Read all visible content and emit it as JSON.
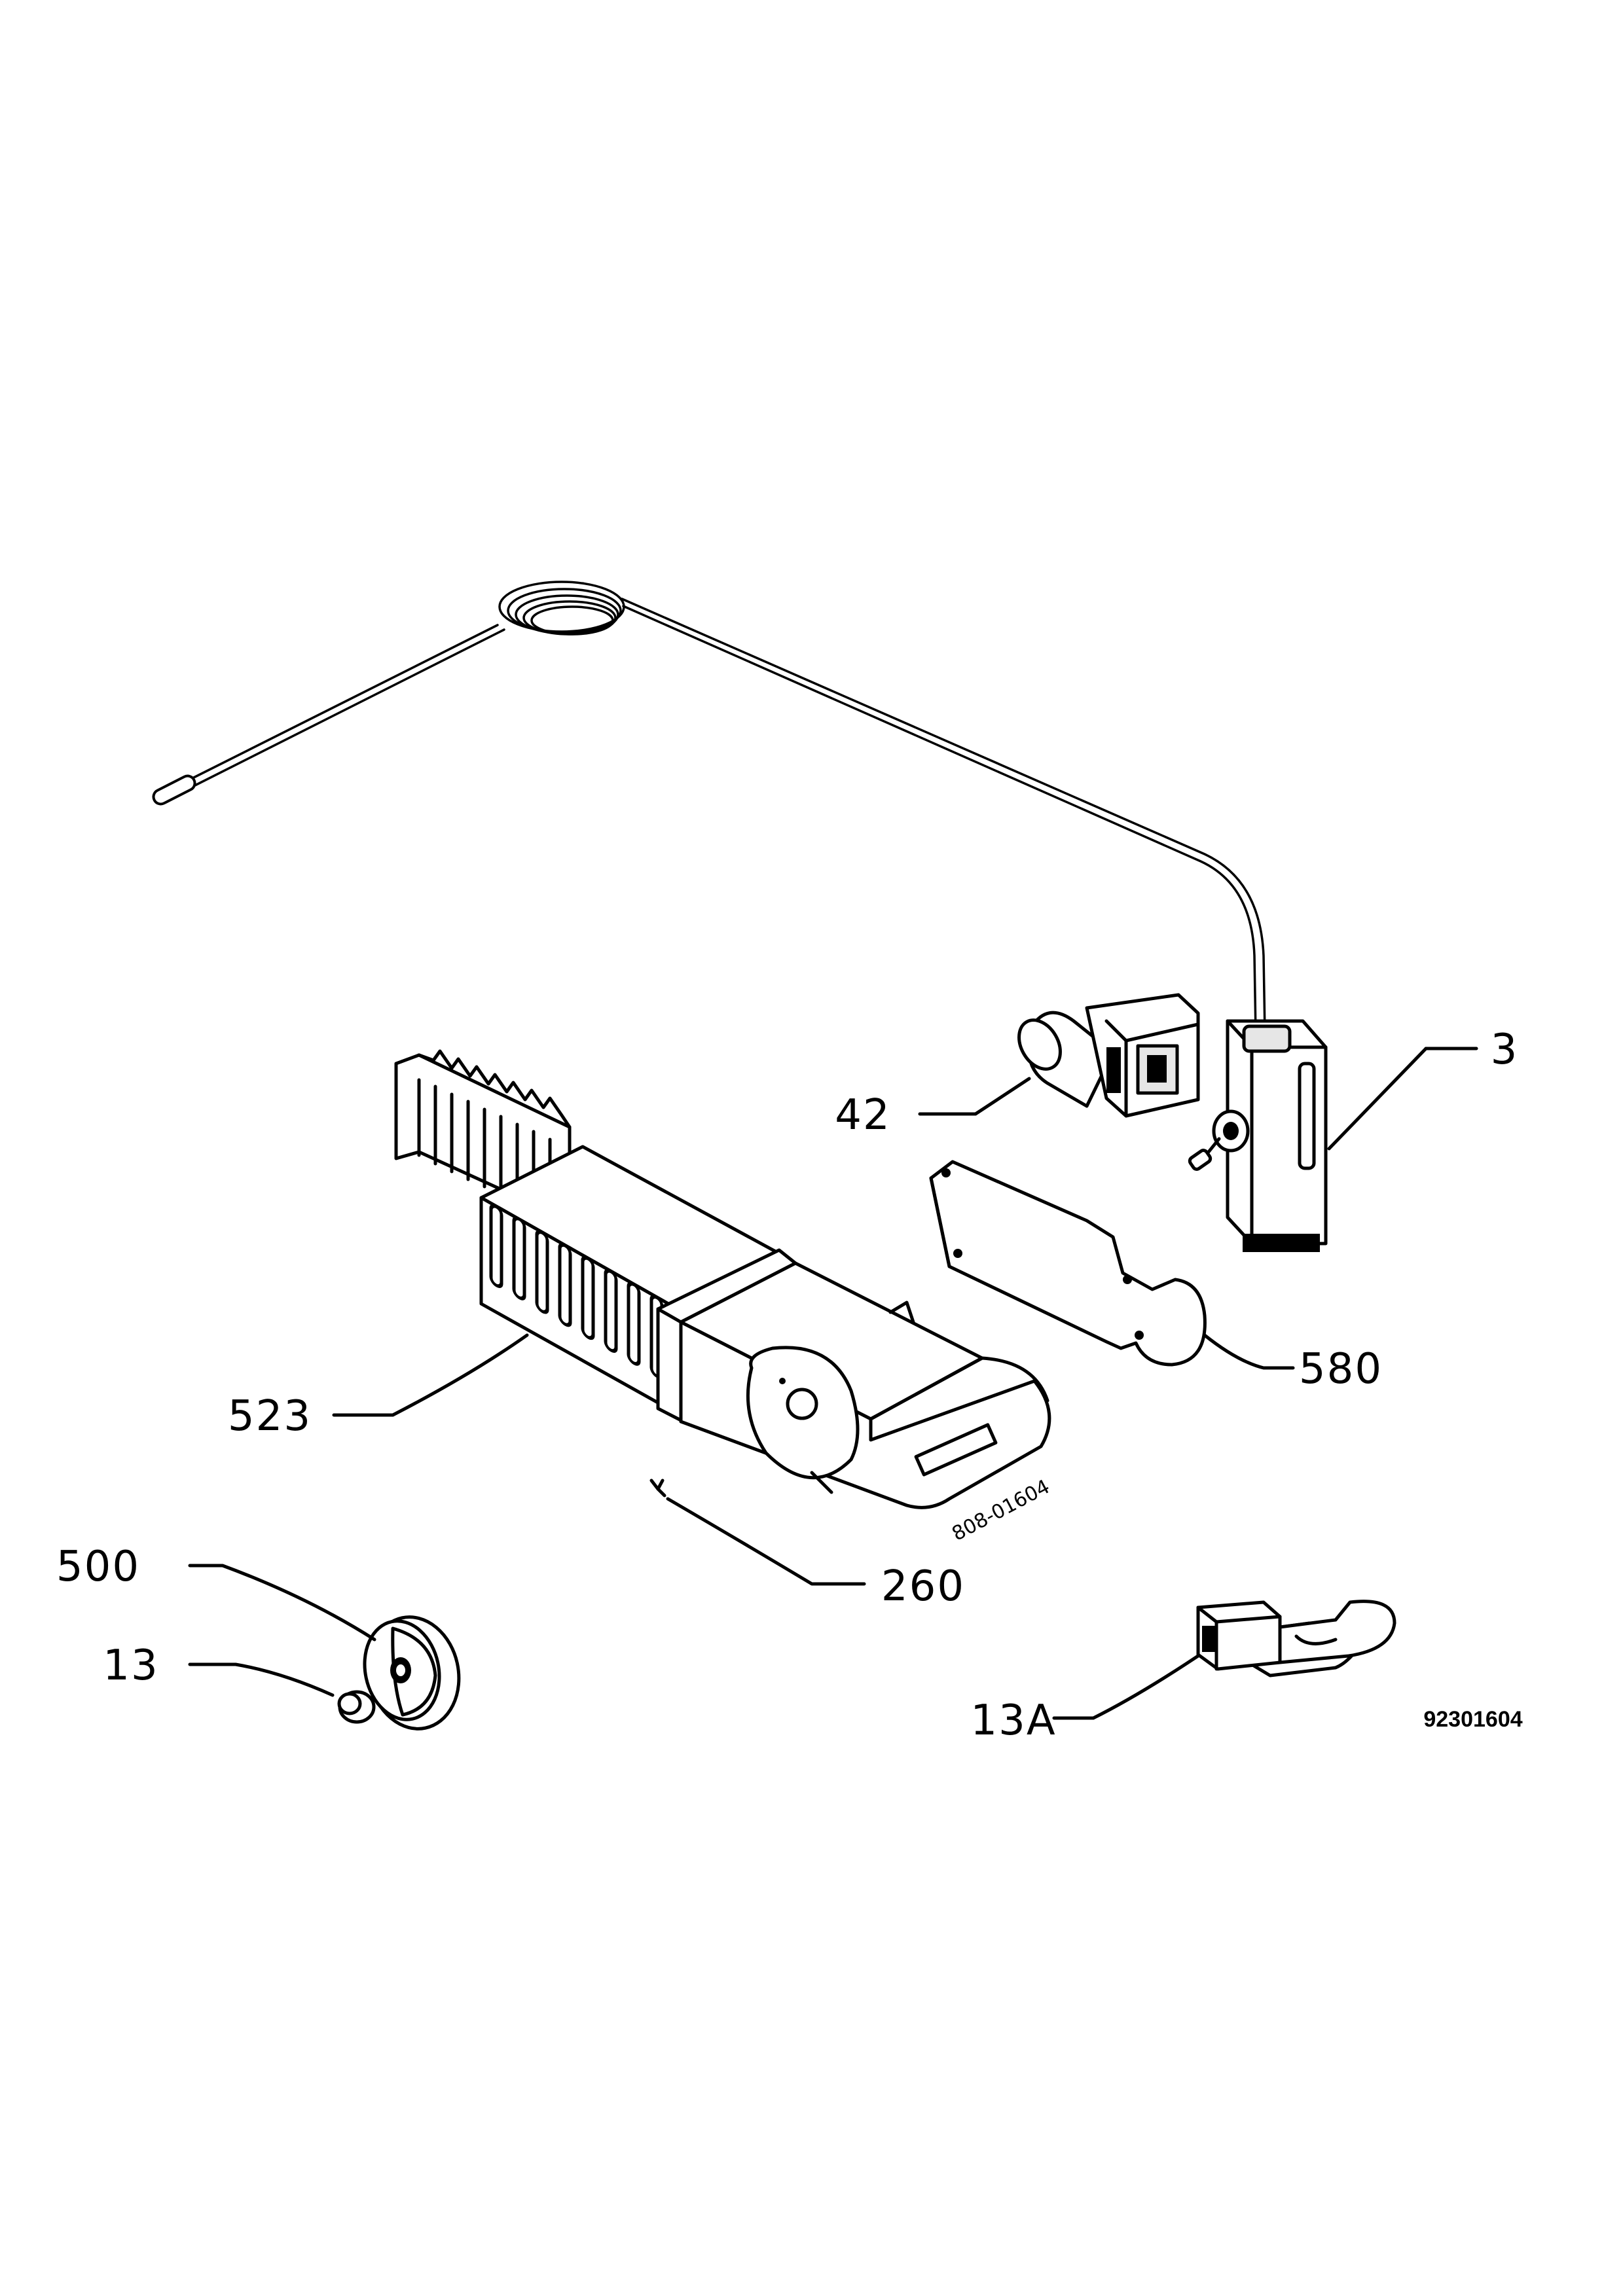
{
  "labels": {
    "l3": "3",
    "l42": "42",
    "l580": "580",
    "l523": "523",
    "l260": "260",
    "l500": "500",
    "l13": "13",
    "l13a": "13A"
  },
  "reference_number": "92301604",
  "part_marking": "808-01604"
}
